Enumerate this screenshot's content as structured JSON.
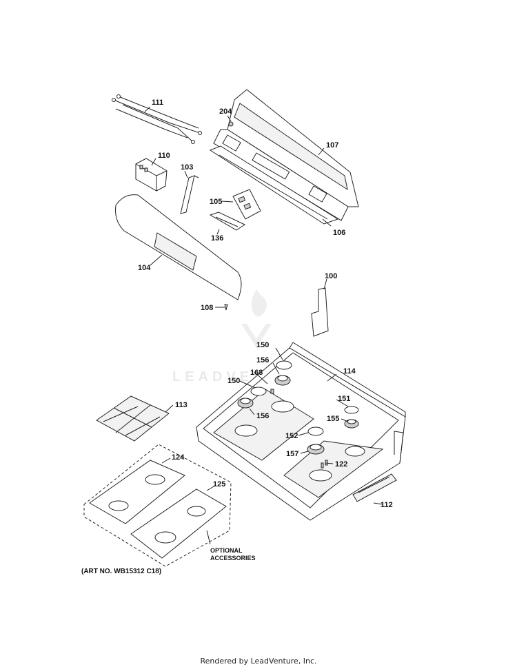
{
  "diagram": {
    "callouts": {
      "p111": "111",
      "p204": "204",
      "p107": "107",
      "p110": "110",
      "p103": "103",
      "p105": "105",
      "p136": "136",
      "p106": "106",
      "p104": "104",
      "p108": "108",
      "p100": "100",
      "p150a": "150",
      "p156a": "156",
      "p168": "168",
      "p114": "114",
      "p150b": "150",
      "p156b": "156",
      "p113": "113",
      "p151": "151",
      "p155": "155",
      "p152": "152",
      "p157": "157",
      "p122": "122",
      "p124": "124",
      "p125": "125",
      "p112": "112"
    },
    "optional_line1": "OPTIONAL",
    "optional_line2": "ACCESSORIES",
    "art_number": "(ART NO. WB15312 C18)",
    "watermark": "LEADVENTURE"
  },
  "footer": {
    "text": "Rendered by LeadVenture, Inc."
  }
}
